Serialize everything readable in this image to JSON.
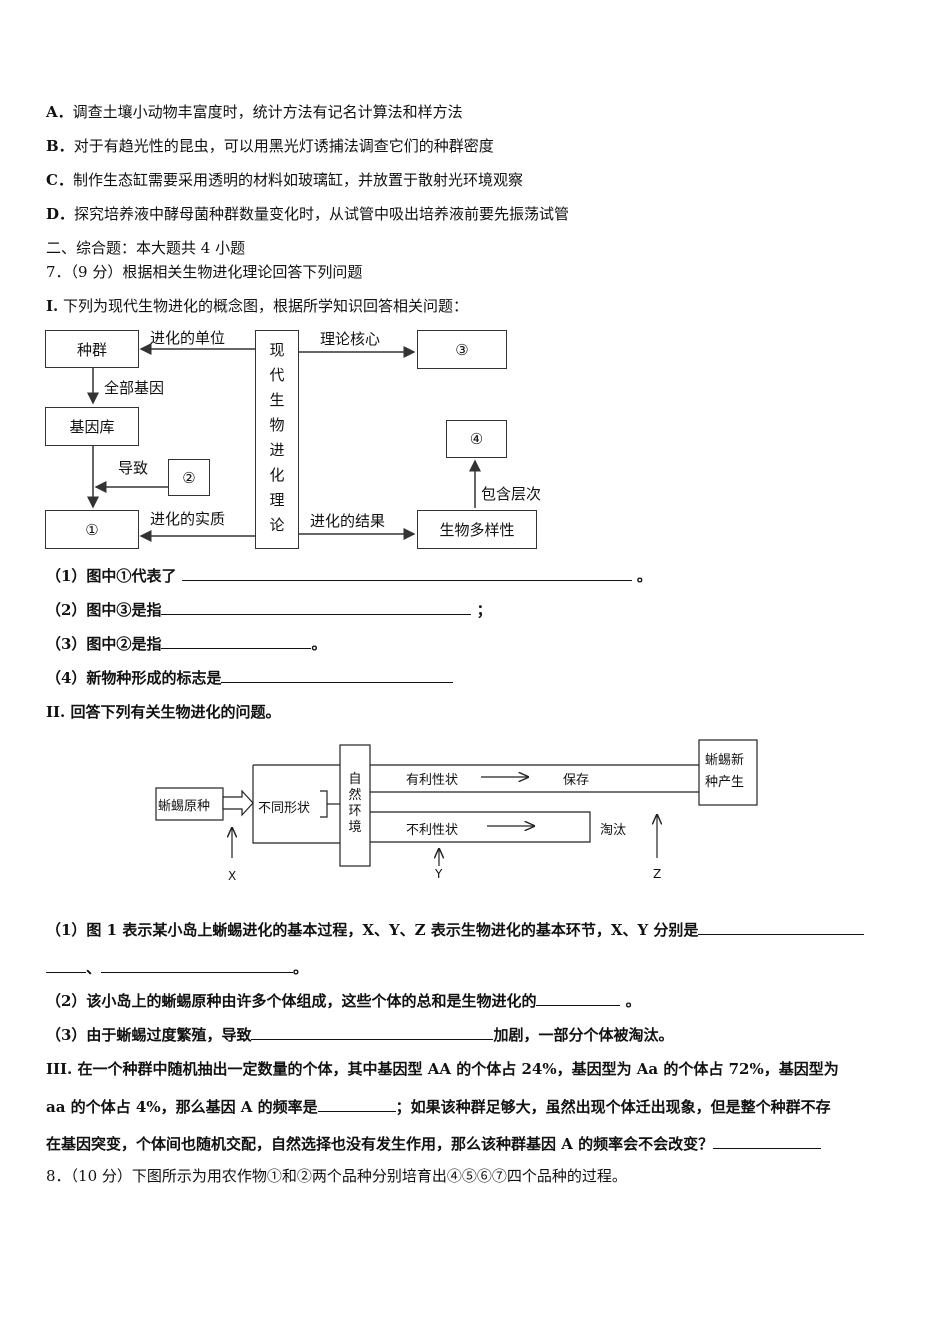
{
  "options": [
    {
      "letter": "A．",
      "text": "调查土壤小动物丰富度时，统计方法有记名计算法和样方法"
    },
    {
      "letter": "B．",
      "text": "对于有趋光性的昆虫，可以用黑光灯诱捕法调查它们的种群密度"
    },
    {
      "letter": "C．",
      "text": "制作生态缸需要采用透明的材料如玻璃缸，并放置于散射光环境观察"
    },
    {
      "letter": "D．",
      "text": "探究培养液中酵母菌种群数量变化时，从试管中吸出培养液前要先振荡试管"
    }
  ],
  "section_title": "二、综合题：本大题共 4 小题",
  "q7": {
    "title": "7．（9 分）根据相关生物进化理论回答下列问题",
    "part1_label": "I.",
    "part1_text": " 下列为现代生物进化的概念图，根据所学知识回答相关问题：",
    "diagram1": {
      "zhongqun": "种群",
      "jiyinku": "基因库",
      "c1": "①",
      "c2": "②",
      "c3": "③",
      "c4": "④",
      "center": [
        "现",
        "代",
        "生",
        "物",
        "进",
        "化",
        "理",
        "论"
      ],
      "duoyang": "生物多样性",
      "unit": "进化的单位",
      "allgenes": "全部基因",
      "daozhi": "导致",
      "essence": "进化的实质",
      "core": "理论核心",
      "result": "进化的结果",
      "levels": "包含层次"
    },
    "sub": [
      {
        "pre": "（1）图中①代表了 ",
        "post": " 。"
      },
      {
        "pre": "（2）图中③是指",
        "post": " ；"
      },
      {
        "pre": "（3）图中②是指",
        "post": "。"
      },
      {
        "pre": "（4）新物种形成的标志是",
        "post": ""
      }
    ],
    "part2_label": "II.",
    "part2_text": " 回答下列有关生物进化的问题。",
    "diagram2": {
      "origin": "蜥蜴原种",
      "diff": "不同形状",
      "env": [
        "自",
        "然",
        "环",
        "境"
      ],
      "good": "有利性状",
      "keep": "保存",
      "bad": "不利性状",
      "elim": "淘汰",
      "newsp": [
        "蜥蜴新",
        "种产生"
      ],
      "x": "X",
      "y": "Y",
      "z": "Z"
    },
    "p2q1_a": "（1）图 1 表示某小岛上蜥蜴进化的基本过程，X、Y、Z 表示生物进化的基本环节，X、Y 分别是",
    "p2q1_b": "、",
    "p2q1_c": "。",
    "p2q2_a": "（2）该小岛上的蜥蜴原种由许多个体组成，这些个体的总和是生物进化的",
    "p2q2_b": " 。",
    "p2q3_a": "（3）由于蜥蜴过度繁殖，导致",
    "p2q3_b": "加剧，一部分个体被淘汰。",
    "part3_label": "III.",
    "p3_l1": " 在一个种群中随机抽出一定数量的个体，其中基因型 AA 的个体占 24%，基因型为 Aa 的个体占 72%，基因型为",
    "p3_l2a": "aa 的个体占 4%，那么基因 A 的频率是",
    "p3_l2b": "；如果该种群足够大，虽然出现个体迁出现象，但是整个种群不存",
    "p3_l3": "在基因突变，个体间也随机交配，自然选择也没有发生作用，那么该种群基因 A 的频率会不会改变？"
  },
  "q8": "8．（10 分）下图所示为用农作物①和②两个品种分别培育出④⑤⑥⑦四个品种的过程。"
}
